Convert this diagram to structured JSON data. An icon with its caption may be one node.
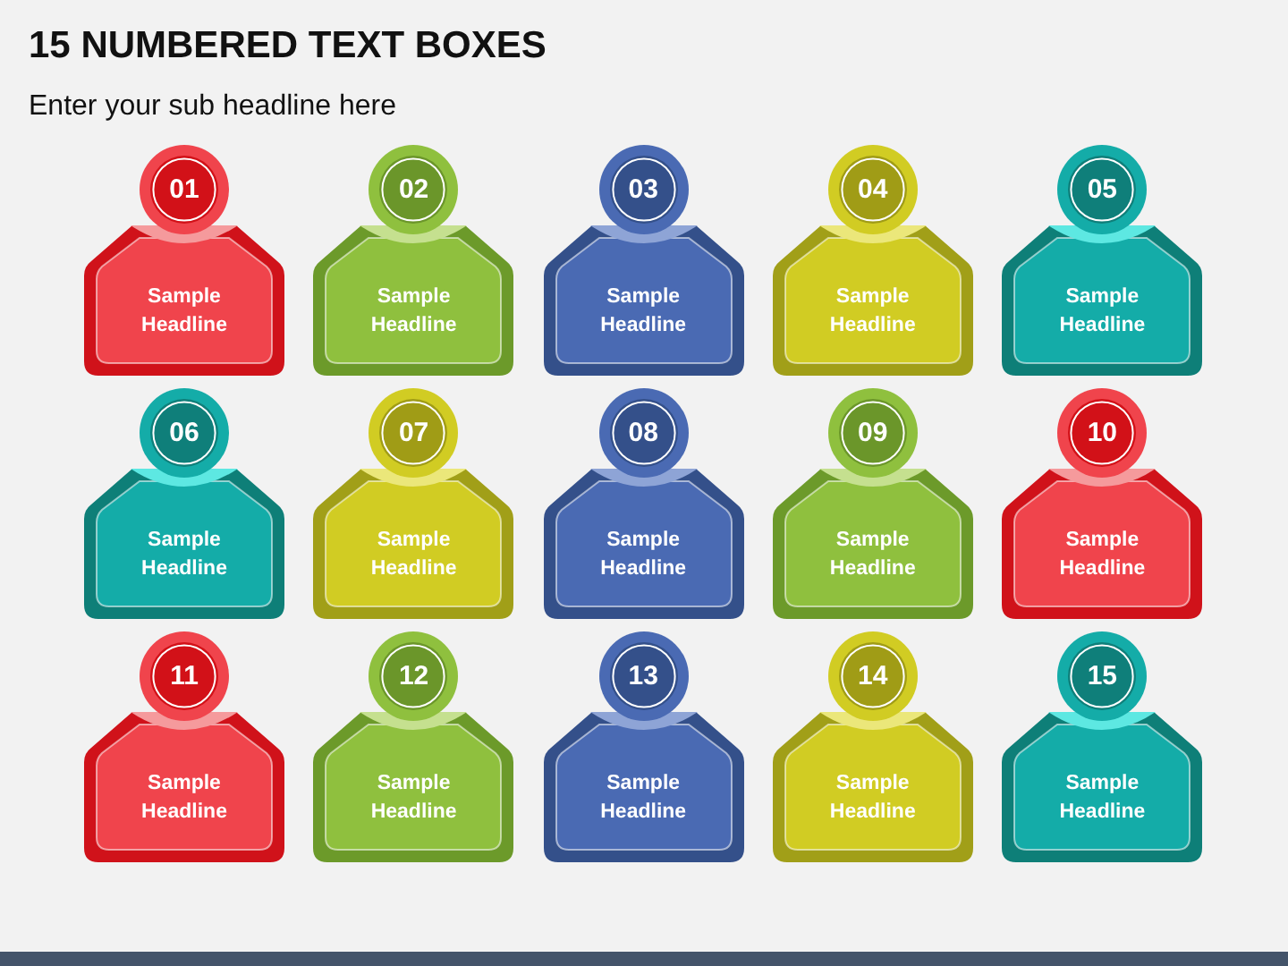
{
  "diagram": {
    "title": "15 NUMBERED TEXT BOXES",
    "nodes": [
      {
        "text": [
          "01"
        ]
      },
      {
        "text": [
          "Sample Headline"
        ]
      },
      {
        "text": [
          "02"
        ]
      },
      {
        "text": [
          "Sample Headline"
        ]
      },
      {
        "text": [
          "03"
        ]
      },
      {
        "text": [
          "Sample Headline"
        ]
      },
      {
        "text": [
          "04"
        ]
      },
      {
        "text": [
          "Sample Headline"
        ]
      },
      {
        "text": [
          "05"
        ]
      },
      {
        "text": [
          "Sample Headline"
        ]
      },
      {
        "text": [
          "06"
        ]
      },
      {
        "text": [
          "Sample Headline"
        ]
      },
      {
        "text": [
          "07"
        ]
      },
      {
        "text": [
          "Sample Headline"
        ]
      },
      {
        "text": [
          "08"
        ]
      },
      {
        "text": [
          "Sample Headline"
        ]
      },
      {
        "text": [
          "09"
        ]
      },
      {
        "text": [
          "Sample Headline"
        ]
      },
      {
        "text": [
          "10"
        ]
      },
      {
        "text": [
          "Sample Headline"
        ]
      },
      {
        "text": [
          "11"
        ]
      },
      {
        "text": [
          "Sample Headline"
        ]
      },
      {
        "text": [
          "12"
        ]
      },
      {
        "text": [
          "Sample Headline"
        ]
      },
      {
        "text": [
          "13"
        ]
      },
      {
        "text": [
          "Sample Headline"
        ]
      },
      {
        "text": [
          "14"
        ]
      },
      {
        "text": [
          "Sample Headline"
        ]
      },
      {
        "text": [
          "15"
        ]
      },
      {
        "text": [
          "Sample Headline"
        ]
      }
    ],
    "labels": [
      "Enter your sub headline here"
    ]
  }
}
